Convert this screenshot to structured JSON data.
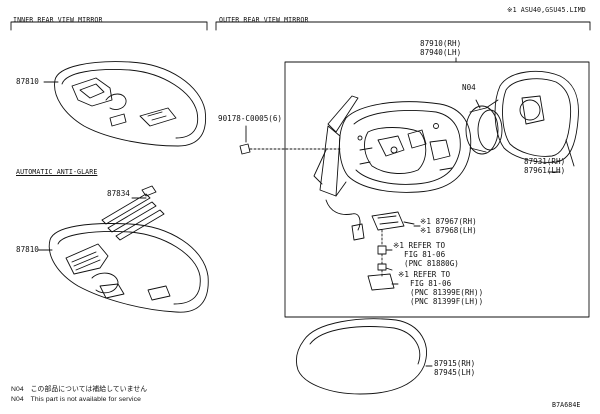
{
  "header": {
    "model_code": "※1 ASU40,GSU45.LIMD",
    "section_inner": "INNER REAR VIEW MIRROR",
    "section_outer": "OUTER REAR VIEW MIRROR"
  },
  "inner_mirror": {
    "part_top": "87810",
    "subsection": "AUTOMATIC ANTI-GLARE",
    "part_bracket": "87834",
    "part_bottom": "87810"
  },
  "outer_mirror": {
    "assembly_rh": "87910(RH)",
    "assembly_lh": "87940(LH)",
    "screw": "90178-C0005(6)",
    "motor_note": "N04",
    "glass_rh": "87931(RH)",
    "glass_lh": "87961(LH)",
    "lamp_rh": "※1 87967(RH)",
    "lamp_lh": "※1 87968(LH)",
    "ref1_line1": "※1 REFER TO",
    "ref1_line2": "FIG 81-06",
    "ref1_line3": "(PNC 81880G)",
    "ref2_line1": "※1 REFER TO",
    "ref2_line2": "FIG 81-06",
    "ref2_line3": "(PNC 81399E(RH))",
    "ref2_line4": "(PNC 81399F(LH))",
    "cover_rh": "87915(RH)",
    "cover_lh": "87945(LH)"
  },
  "footer": {
    "note_jp": "N04　この部品については補給していません",
    "note_en": "N04　This part is not available for service",
    "figure_id": "B7A684E"
  }
}
